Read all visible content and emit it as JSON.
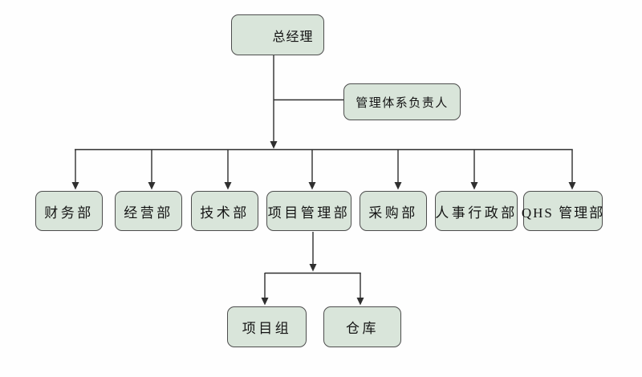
{
  "diagram": {
    "type": "org-chart",
    "nodes": {
      "root": {
        "label": "总经理"
      },
      "assistant": {
        "label": "管理体系负责人"
      },
      "departments": [
        {
          "label": "财务部"
        },
        {
          "label": "经营部"
        },
        {
          "label": "技术部"
        },
        {
          "label": "项目管理部"
        },
        {
          "label": "采购部"
        },
        {
          "label": "人事行政部"
        },
        {
          "label": "QHS 管理部"
        }
      ],
      "project_children": [
        {
          "label": "项目组"
        },
        {
          "label": "仓库"
        }
      ]
    },
    "relations": [
      {
        "from": "总经理",
        "to": [
          "财务部",
          "经营部",
          "技术部",
          "项目管理部",
          "采购部",
          "人事行政部",
          "QHS 管理部"
        ]
      },
      {
        "from": "总经理",
        "to": [
          "管理体系负责人"
        ],
        "style": "side-branch-no-arrow"
      },
      {
        "from": "项目管理部",
        "to": [
          "项目组",
          "仓库"
        ]
      }
    ]
  },
  "colors": {
    "node_fill": "#d9e5da",
    "node_border": "#4d4d4d",
    "connector": "#2f2f2f",
    "text": "#141414",
    "background": "#fefefe"
  }
}
